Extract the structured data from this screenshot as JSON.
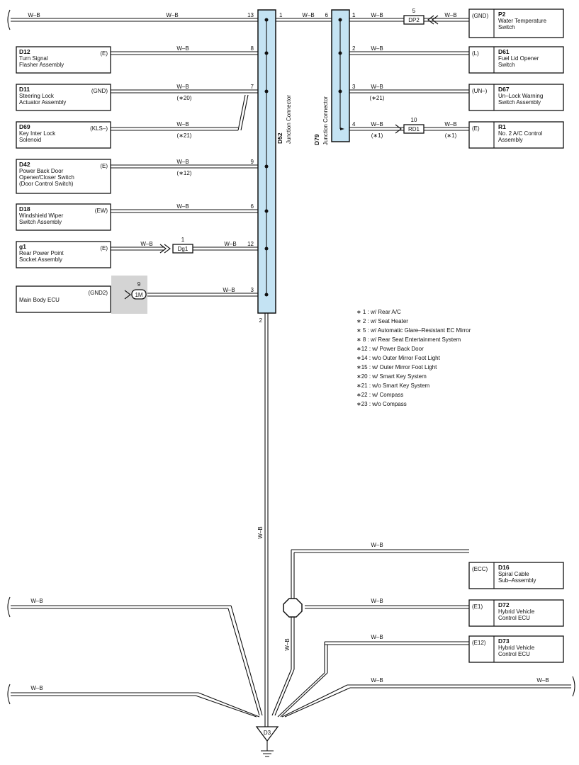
{
  "wire_color": "W–B",
  "junction_connectors": [
    {
      "id": "D52",
      "name": "Junction Connector"
    },
    {
      "id": "D79",
      "name": "Junction Connector"
    }
  ],
  "left_components": [
    {
      "id": "D12",
      "lines": [
        "Turn Signal",
        "Flasher Assembly"
      ],
      "terminal": "(E)",
      "pin": "8",
      "note": ""
    },
    {
      "id": "D11",
      "lines": [
        "Steering Lock",
        "Actuator Assembly"
      ],
      "terminal": "(GND)",
      "pin": "7",
      "note": "(∗20)"
    },
    {
      "id": "D69",
      "lines": [
        "Key Inter Lock",
        "Solenoid"
      ],
      "terminal": "(KLS–)",
      "pin": "",
      "note": "(∗21)"
    },
    {
      "id": "D42",
      "lines": [
        "Power Back Door",
        "Opener/Closer Switch",
        "(Door Control Switch)"
      ],
      "terminal": "(E)",
      "pin": "9",
      "note": "(∗12)"
    },
    {
      "id": "D18",
      "lines": [
        "Windshield Wiper",
        "Switch Assembly"
      ],
      "terminal": "(EW)",
      "pin": "6",
      "note": ""
    },
    {
      "id": "g1",
      "lines": [
        "Rear Power Point",
        "Socket Assembly"
      ],
      "terminal": "(E)",
      "pin": "12",
      "note": ""
    },
    {
      "id": "",
      "lines": [
        "Main Body ECU"
      ],
      "terminal": "(GND2)",
      "pin": "3",
      "note": ""
    }
  ],
  "right_components": [
    {
      "id": "P2",
      "lines": [
        "Water Temperature",
        "Switch"
      ],
      "terminal": "(GND)",
      "pin": "1",
      "note": ""
    },
    {
      "id": "D61",
      "lines": [
        "Fuel Lid Opener",
        "Switch"
      ],
      "terminal": "(L)",
      "pin": "2",
      "note": ""
    },
    {
      "id": "D67",
      "lines": [
        "Un–Lock Warning",
        "Switch Assembly"
      ],
      "terminal": "(UN–)",
      "pin": "3",
      "note": "(∗21)"
    },
    {
      "id": "R1",
      "lines": [
        "No. 2 A/C Control",
        "Assembly"
      ],
      "terminal": "(E)",
      "pin": "4",
      "note": "(∗1)"
    }
  ],
  "bottom_components": [
    {
      "id": "D16",
      "lines": [
        "Spiral Cable",
        "Sub–Assembly"
      ],
      "terminal": "(ECC)"
    },
    {
      "id": "D72",
      "lines": [
        "Hybrid Vehicle",
        "Control ECU"
      ],
      "terminal": "(E1)"
    },
    {
      "id": "D73",
      "lines": [
        "Hybrid Vehicle",
        "Control ECU"
      ],
      "terminal": "(E12)"
    }
  ],
  "connectors": [
    {
      "id": "DP2",
      "pin": "5"
    },
    {
      "id": "RD1",
      "pin": "10"
    },
    {
      "id": "Dg1",
      "pin": "1"
    },
    {
      "id": "1M",
      "pin": "9"
    }
  ],
  "pins": {
    "d52_top_left": "13",
    "d52_top_right": "1",
    "d52_bottom": "2",
    "d79_top_left": "6",
    "d79_top_right": "1"
  },
  "notes": {
    "r1_left": "(∗1)",
    "r1_right": "(∗1)"
  },
  "ground": "D3",
  "legend": [
    "∗ 1 : w/ Rear A/C",
    "∗ 2 : w/ Seat Heater",
    "∗ 5 : w/ Automatic Glare–Resistant EC Mirror",
    "∗ 8 : w/ Rear Seat Entertainment System",
    "∗12 : w/ Power Back Door",
    "∗14 : w/o Outer Mirror Foot Light",
    "∗15 : w/ Outer Mirror Foot Light",
    "∗20 : w/ Smart Key System",
    "∗21 : w/o Smart Key System",
    "∗22 : w/ Compass",
    "∗23 : w/o Compass"
  ],
  "colors": {
    "junction_fill": "#c4e3f3",
    "ecu_highlight": "#d4d4d4",
    "line": "#111111"
  }
}
